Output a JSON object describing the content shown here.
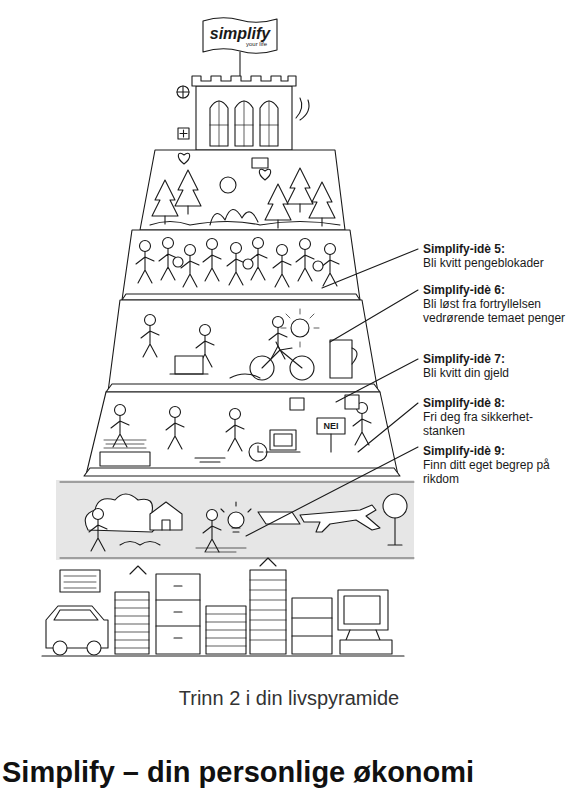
{
  "diagram": {
    "title": "Simplify – din personlige økonomi",
    "caption": "Trinn 2 i din livspyramide",
    "labels": [
      "simplify",
      "your life",
      "Simplify-idè 5:",
      "Bli kvitt pengeblokader",
      "Simplify-idè 6:",
      "Bli løst fra fortryllelsen vedrørende temaet penger",
      "Simplify-idè 7:",
      "Bli kvitt din gjeld",
      "Simplify-idè 8:",
      "Fri deg fra sikkerhet- stanken",
      "Simplify-idè 9:",
      "Finn ditt eget begrep på rikdom",
      "NEI"
    ]
  }
}
